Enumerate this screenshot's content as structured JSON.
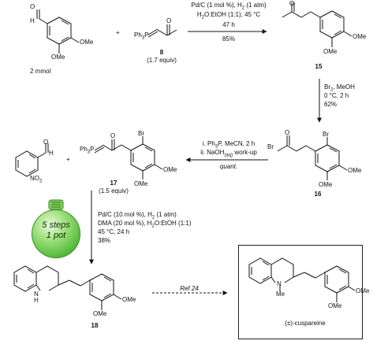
{
  "step1": {
    "reagent1": "Pd/C (1 mol %), H",
    "reagent1_sub": "2",
    "reagent1_tail": " (1 atm)",
    "reagent2": "H",
    "reagent2_sub": "2",
    "reagent2_tail": "O:EtOH (1:1), 45 °C",
    "time": "47 h",
    "yield": "85%"
  },
  "step2": {
    "reagent1": "Br",
    "reagent1_sub": "2",
    "reagent1_tail": ", MeOH",
    "temp": "0 °C, 2 h",
    "yield": "62%"
  },
  "step3": {
    "line1": "i. Ph",
    "line1_sub": "3",
    "line1_tail": "P, MeCN, 2 h",
    "line2": "ii. NaOH",
    "line2_sub": "(aq)",
    "line2_tail": " work-up",
    "yield": "quant."
  },
  "step4": {
    "line1": "Pd/C (10 mol %), H",
    "line1_sub": "2",
    "line1_tail": " (1 atm)",
    "line2": "DMA (20 mol %), H",
    "line2_sub": "2",
    "line2_tail": "O:EtOH (1:1)",
    "line3": "45 °C, 24 h",
    "yield": "38%"
  },
  "step5": {
    "ref": "Ref 24"
  },
  "badge": {
    "line1": "5 steps",
    "line2": "1 pot"
  },
  "labels": {
    "plus": "+",
    "amount": "2 mmol",
    "ylide": "Ph",
    "ylide_sub": "3",
    "ylide_tail": "P",
    "cpd8": "8",
    "cpd8_equiv": "(1.7 equiv)",
    "cpd15": "15",
    "cpd16": "16",
    "cpd17": "17",
    "cpd17_equiv": "(1.5 equiv)",
    "cpd18": "18",
    "cuspareine": "(±)-cuspareine",
    "ome": "OMe",
    "o": "O",
    "h": "H",
    "br": "Br",
    "nh": "N",
    "nh_h": "H",
    "me": "Me",
    "no2": "NO",
    "no2_sub": "2"
  },
  "colors": {
    "badge": "#4fb63a",
    "ink": "#111111"
  }
}
